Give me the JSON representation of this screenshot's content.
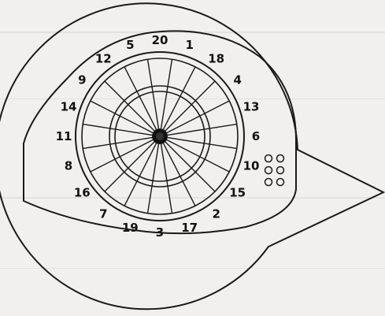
{
  "dartboard": {
    "numbers": [
      "20",
      "1",
      "18",
      "4",
      "13",
      "6",
      "10",
      "15",
      "2",
      "17",
      "3",
      "19",
      "7",
      "16",
      "8",
      "11",
      "14",
      "9",
      "12",
      "5"
    ]
  },
  "colors": {
    "paper": "#f1f0ee",
    "ink": "#1a1a1a"
  },
  "decor": {
    "speech_bubble": "speech-bubble",
    "coin_holes_count": 6
  }
}
